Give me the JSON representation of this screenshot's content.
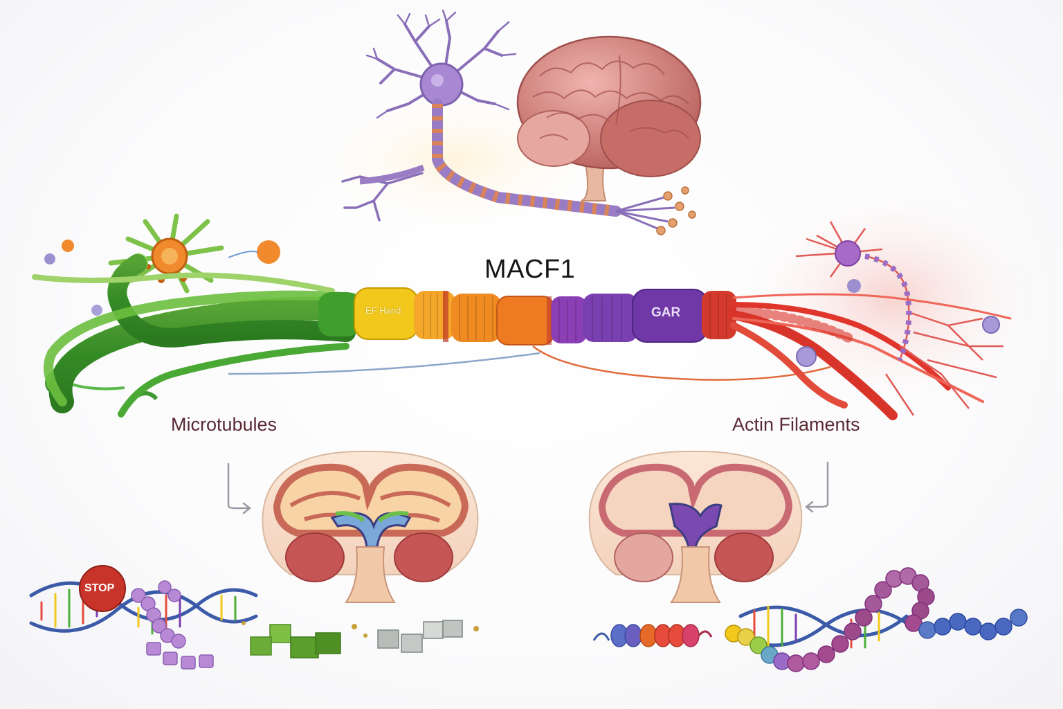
{
  "title": "MACF1",
  "labels": {
    "microtubules": "Microtubules",
    "actin_filaments": "Actin Filaments"
  },
  "domain_tags": {
    "ef_hand": "EF Hand",
    "gar": "GAR",
    "stop": "STOP"
  },
  "colors": {
    "microtubule_green": "#4caf3a",
    "ef_hand_yellow": "#f2c81c",
    "linker_orange": "#ee7a22",
    "gar_purple": "#7a3fb0",
    "actin_red": "#e0352b",
    "neuron_purple": "#9a7cc4",
    "brain_pink": "#d98b86",
    "label_maroon": "#5a2a35"
  },
  "icons": [
    "neuron-icon",
    "brain-icon",
    "centrosome-icon",
    "brain-section-icon",
    "dna-helix-icon",
    "stop-sign-icon",
    "protein-chain-icon",
    "heart-icon",
    "arrow-icon"
  ]
}
